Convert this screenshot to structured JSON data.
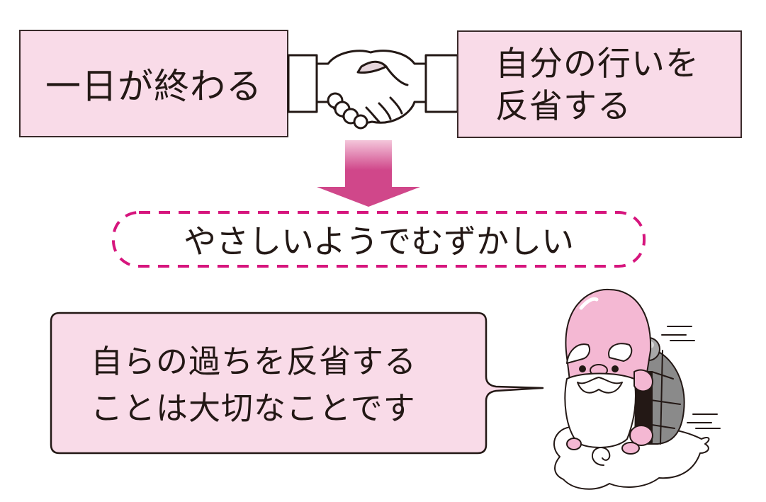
{
  "diagram": {
    "left_box": {
      "text": "一日が終わる"
    },
    "right_box": {
      "line1": "自分の行いを",
      "line2": "反省する"
    },
    "connector_icon": "handshake-icon",
    "flow_arrow": "arrow-down-icon",
    "result_label": {
      "text": "やさしいようでむずかしい"
    },
    "speech_bubble": {
      "line1": "自らの過ちを反省する",
      "line2": "ことは大切なことです"
    },
    "character": "sage-with-turtle-shell-on-cloud"
  },
  "colors": {
    "box_fill": "#f9dbe8",
    "box_border": "#3a2a2a",
    "arrow": "#d0478a",
    "dashed_border": "#d6157d",
    "text": "#231815",
    "sage_head": "#f4b8d3",
    "shell": "#8a8a8a"
  }
}
